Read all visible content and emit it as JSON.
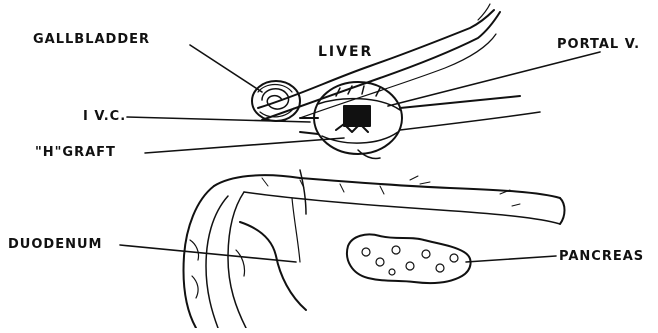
{
  "labels": {
    "gallbladder": "GALLBLADDER",
    "liver": "LIVER",
    "portal_vein": "PORTAL V.",
    "ivc": "I V.C.",
    "h_graft": "\"H\"GRAFT",
    "duodenum": "DUODENUM",
    "pancreas": "PANCREAS"
  },
  "colors": {
    "ink": "#111111",
    "background": "#ffffff"
  }
}
